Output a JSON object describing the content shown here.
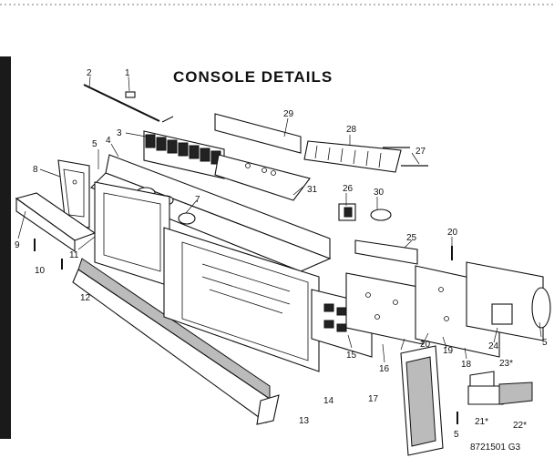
{
  "title": "CONSOLE DETAILS",
  "catalog_number": "8721501 G3",
  "callouts": {
    "c1": "1",
    "c2": "2",
    "c3": "3",
    "c4": "4",
    "c5a": "5",
    "c5b": "5",
    "c5c": "5",
    "c7": "7",
    "c8": "8",
    "c9": "9",
    "c10": "10",
    "c11": "11",
    "c12": "12",
    "c13": "13",
    "c14": "14",
    "c15": "15",
    "c16": "16",
    "c17": "17",
    "c18": "18",
    "c19": "19",
    "c20a": "20",
    "c20b": "20",
    "c21": "21*",
    "c22": "22*",
    "c23": "23*",
    "c24": "24",
    "c25": "25",
    "c26": "26",
    "c27": "27",
    "c28": "28",
    "c29": "29",
    "c30": "30",
    "c31": "31"
  }
}
